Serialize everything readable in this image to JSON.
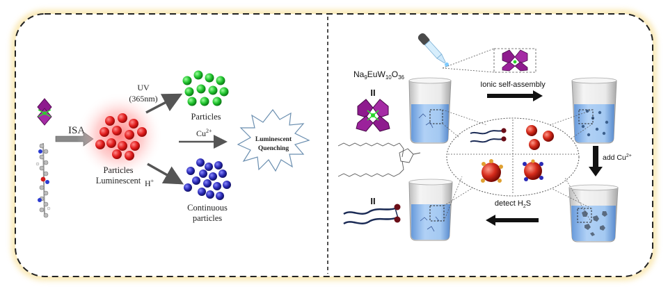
{
  "left_panel": {
    "isa_label": "ISA",
    "particles_luminescent_line1": "Particles",
    "particles_luminescent_line2": "Luminescent",
    "uv_line1": "UV",
    "uv_line2": "(365nm)",
    "particles_label": "Particles",
    "cu_label_base": "Cu",
    "cu_label_sup": "2+",
    "quench_line1": "Luminescent",
    "quench_line2": "Quenching",
    "h_label_base": "H",
    "h_label_sup": "+",
    "continuous_line1": "Continuous",
    "continuous_line2": "particles"
  },
  "right_panel": {
    "formula_parts": [
      "Na",
      "9",
      "EuW",
      "10",
      "O",
      "36"
    ],
    "equiv_symbol_top": "II",
    "equiv_symbol_bottom": "II",
    "ionic_self_assembly": "Ionic self-assembly",
    "add_cu_base": "add Cu",
    "add_cu_sup": "2+",
    "detect_h2s_base": "detect H",
    "detect_h2s_sub": "2",
    "detect_h2s_end": "S"
  },
  "colors": {
    "frame_border": "#222222",
    "frame_glow": "#fbe7a6",
    "red_particle": "#e21d1d",
    "green_particle": "#1fc22d",
    "blue_particle": "#2a2ab5",
    "pom_purple": "#8e1b8e",
    "water_blue": "#8fbdf0",
    "arrow_gray": "#555555"
  }
}
